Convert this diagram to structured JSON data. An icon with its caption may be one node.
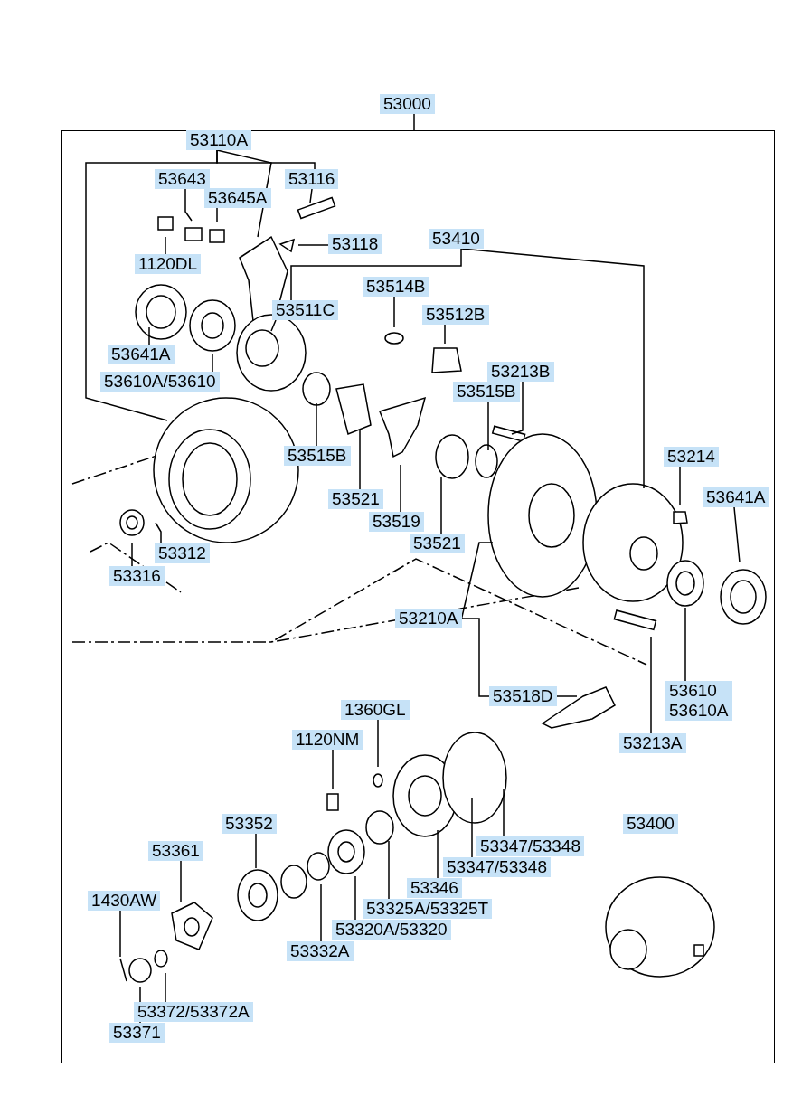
{
  "diagram": {
    "nodes": [
      {
        "text": [],
        "shape": "box"
      },
      {
        "text": [
          "53000"
        ]
      },
      {
        "text": [
          "53110A"
        ],
        "in": 0
      },
      {
        "text": [
          "53643"
        ],
        "in": 0
      },
      {
        "text": [
          "53645A"
        ],
        "in": 0
      },
      {
        "text": [
          "53116"
        ],
        "in": 0
      },
      {
        "text": [
          "53118"
        ],
        "in": 0
      },
      {
        "text": [
          "1120DL"
        ],
        "in": 0
      },
      {
        "text": [
          "53410"
        ],
        "in": 0
      },
      {
        "text": [
          "53514B"
        ],
        "in": 0
      },
      {
        "text": [
          "53512B"
        ],
        "in": 0
      },
      {
        "text": [
          "53511C"
        ],
        "in": 0
      },
      {
        "text": [
          "53641A"
        ],
        "in": 0
      },
      {
        "text": [
          "53610A/53610"
        ],
        "in": 0
      },
      {
        "text": [
          "53213B"
        ],
        "in": 0
      },
      {
        "text": [
          "53515B"
        ],
        "in": 0
      },
      {
        "text": [
          "53515B"
        ],
        "in": 0
      },
      {
        "text": [
          "53521"
        ],
        "in": 0
      },
      {
        "text": [
          "53519"
        ],
        "in": 0
      },
      {
        "text": [
          "53521"
        ],
        "in": 0
      },
      {
        "text": [
          "53214"
        ],
        "in": 0
      },
      {
        "text": [
          "53641A"
        ],
        "in": 0
      },
      {
        "text": [
          "53312"
        ],
        "in": 0
      },
      {
        "text": [
          "53316"
        ],
        "in": 0
      },
      {
        "text": [
          "53210A"
        ],
        "in": 0
      },
      {
        "text": [
          "53518D"
        ],
        "in": 0
      },
      {
        "text": [
          "53610",
          "53610A"
        ],
        "in": 0
      },
      {
        "text": [
          "53213A"
        ],
        "in": 0
      },
      {
        "text": [
          "1360GL"
        ],
        "in": 0
      },
      {
        "text": [
          "1120NM"
        ],
        "in": 0
      },
      {
        "text": [
          "53352"
        ],
        "in": 0
      },
      {
        "text": [
          "53361"
        ],
        "in": 0
      },
      {
        "text": [
          "53347/53348"
        ],
        "in": 0
      },
      {
        "text": [
          "53347/53348"
        ],
        "in": 0
      },
      {
        "text": [
          "53346"
        ],
        "in": 0
      },
      {
        "text": [
          "53325A/53325T"
        ],
        "in": 0
      },
      {
        "text": [
          "53320A/53320"
        ],
        "in": 0
      },
      {
        "text": [
          "53332A"
        ],
        "in": 0
      },
      {
        "text": [
          "53400"
        ],
        "in": 0
      },
      {
        "text": [
          "1430AW"
        ],
        "in": 0
      },
      {
        "text": [
          "53372/53372A"
        ],
        "in": 0
      },
      {
        "text": [
          "53371"
        ],
        "in": 0
      }
    ],
    "edges": [
      {
        "from": 1,
        "to": 0,
        "arrow": "none"
      },
      {
        "from": 2,
        "to": null,
        "arrow": "none"
      },
      {
        "from": 2,
        "to": null,
        "arrow": "none"
      },
      {
        "from": 2,
        "to": 5,
        "arrow": "none"
      },
      {
        "from": 3,
        "to": null,
        "arrow": "none"
      },
      {
        "from": 4,
        "to": null,
        "arrow": "none"
      },
      {
        "from": 5,
        "to": null,
        "arrow": "none"
      },
      {
        "from": 6,
        "to": null,
        "arrow": "none"
      },
      {
        "from": 7,
        "to": null,
        "arrow": "none"
      },
      {
        "from": 8,
        "to": 11,
        "arrow": "none"
      },
      {
        "from": 8,
        "to": null,
        "arrow": "none"
      },
      {
        "from": 9,
        "to": null,
        "arrow": "none"
      },
      {
        "from": 10,
        "to": null,
        "arrow": "none"
      },
      {
        "from": 11,
        "to": null,
        "arrow": "none"
      },
      {
        "from": 12,
        "to": null,
        "arrow": "none"
      },
      {
        "from": 13,
        "to": null,
        "arrow": "none"
      },
      {
        "from": 14,
        "to": null,
        "arrow": "none"
      },
      {
        "from": 15,
        "to": null,
        "arrow": "none"
      },
      {
        "from": 16,
        "to": null,
        "arrow": "none"
      },
      {
        "from": 17,
        "to": null,
        "arrow": "none"
      },
      {
        "from": 18,
        "to": null,
        "arrow": "none"
      },
      {
        "from": 19,
        "to": null,
        "arrow": "none"
      },
      {
        "from": 20,
        "to": null,
        "arrow": "none"
      },
      {
        "from": 21,
        "to": null,
        "arrow": "none"
      },
      {
        "from": 22,
        "to": null,
        "arrow": "none"
      },
      {
        "from": 23,
        "to": null,
        "arrow": "none"
      },
      {
        "from": 24,
        "to": null,
        "arrow": "none"
      },
      {
        "from": 24,
        "to": 25,
        "arrow": "none"
      },
      {
        "from": 25,
        "to": null,
        "arrow": "none"
      },
      {
        "from": 26,
        "to": null,
        "arrow": "none"
      },
      {
        "from": 27,
        "to": null,
        "arrow": "none"
      },
      {
        "from": 28,
        "to": null,
        "arrow": "none"
      },
      {
        "from": 29,
        "to": null,
        "arrow": "none"
      },
      {
        "from": 30,
        "to": null,
        "arrow": "none"
      },
      {
        "from": 31,
        "to": null,
        "arrow": "none"
      },
      {
        "from": 32,
        "to": null,
        "arrow": "none"
      },
      {
        "from": 33,
        "to": null,
        "arrow": "none"
      },
      {
        "from": 34,
        "to": null,
        "arrow": "none"
      },
      {
        "from": 35,
        "to": null,
        "arrow": "none"
      },
      {
        "from": 36,
        "to": null,
        "arrow": "none"
      },
      {
        "from": 37,
        "to": null,
        "arrow": "none"
      },
      {
        "from": 39,
        "to": null,
        "arrow": "none"
      },
      {
        "from": 40,
        "to": null,
        "arrow": "none"
      },
      {
        "from": 41,
        "to": null,
        "arrow": "none"
      }
    ]
  }
}
